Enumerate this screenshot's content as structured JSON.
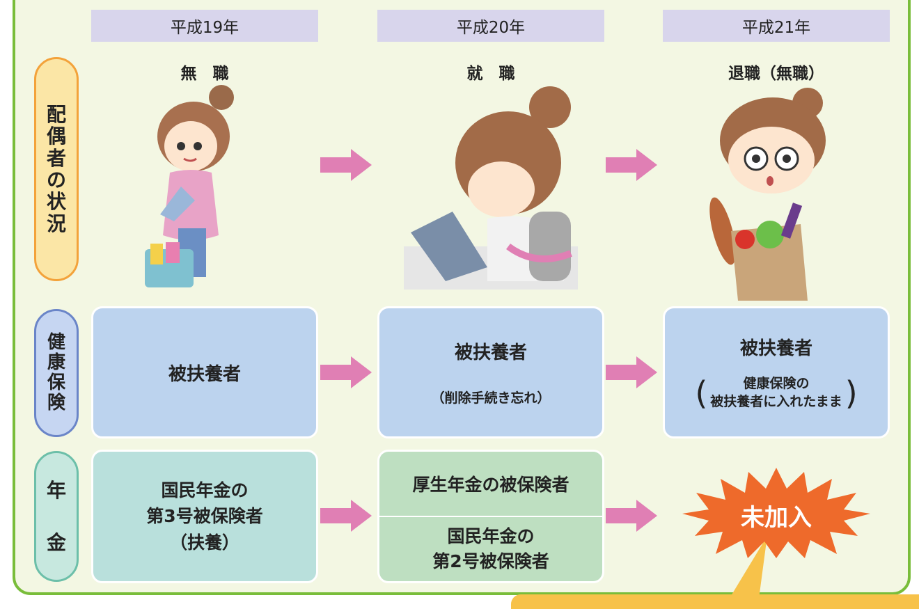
{
  "years": [
    "平成19年",
    "平成20年",
    "平成21年"
  ],
  "status": [
    "無　職",
    "就　職",
    "退職（無職）"
  ],
  "row_labels": {
    "spouse": [
      "配",
      "偶",
      "者",
      "の",
      "状",
      "況"
    ],
    "health": [
      "健",
      "康",
      "保",
      "険"
    ],
    "pension": [
      "年",
      "金"
    ]
  },
  "health": {
    "col1": "被扶養者",
    "col2_main": "被扶養者",
    "col2_note": "（削除手続き忘れ）",
    "col3_main": "被扶養者",
    "col3_note1": "健康保険の",
    "col3_note2": "被扶養者に入れたまま"
  },
  "pension": {
    "col1_line1": "国民年金の",
    "col1_line2": "第3号被保険者",
    "col1_line3": "（扶養）",
    "col2_top": "厚生年金の被保険者",
    "col2_bottom1": "国民年金の",
    "col2_bottom2": "第2号被保険者",
    "col3_burst": "未加入"
  },
  "colors": {
    "frame_border": "#79bd3a",
    "frame_bg": "#f3f7e3",
    "year_bg": "#d8d5ec",
    "arrow": "#e07fb4",
    "burst": "#ee6a2b",
    "callout": "#f7c24a"
  }
}
